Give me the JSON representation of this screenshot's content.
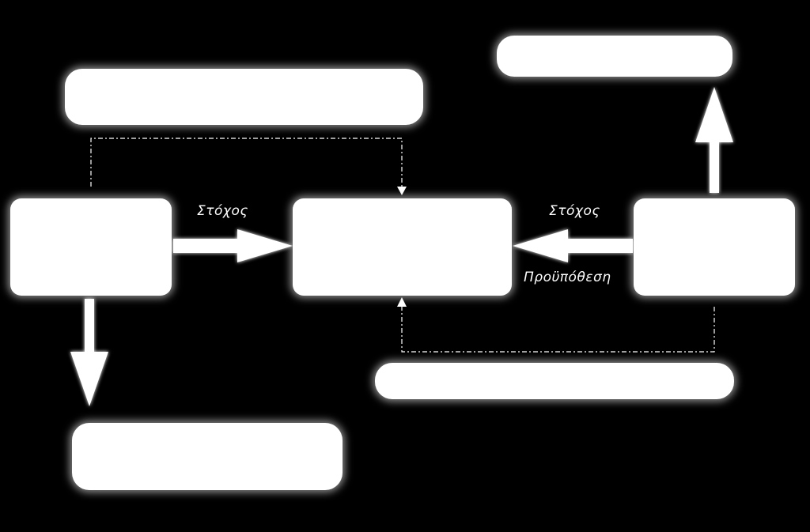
{
  "diagram": {
    "background": "#000000",
    "node_color": "#ffffff",
    "edges": {
      "left_to_center_label": "Στόχος",
      "right_to_center_top_label": "Στόχος",
      "right_to_center_bottom_label": "Προϋπόθεση"
    }
  }
}
